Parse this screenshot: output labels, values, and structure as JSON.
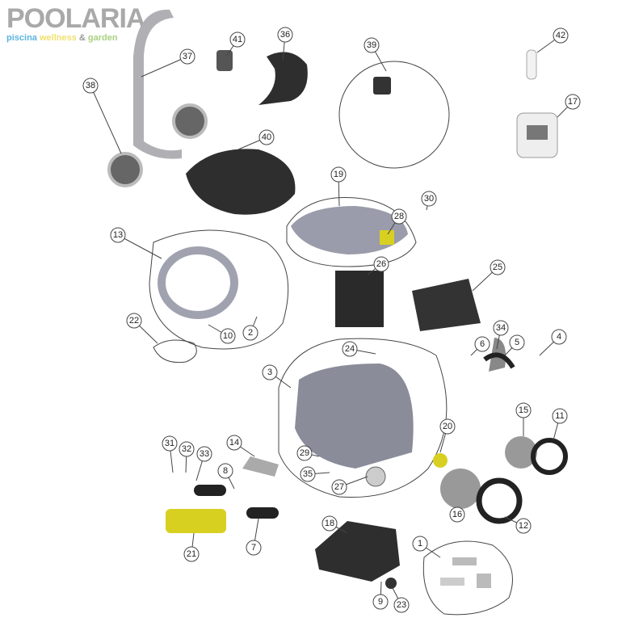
{
  "logo": {
    "brand": "POOLARIA",
    "tagline_1": "piscina",
    "tagline_2": "wellness",
    "tagline_3": "&",
    "tagline_4": "garden"
  },
  "callouts": [
    "41",
    "36",
    "37",
    "39",
    "42",
    "17",
    "38",
    "40",
    "19",
    "30",
    "28",
    "13",
    "26",
    "25",
    "22",
    "10",
    "2",
    "24",
    "6",
    "34",
    "5",
    "4",
    "3",
    "15",
    "11",
    "20",
    "31",
    "32",
    "33",
    "14",
    "29",
    "35",
    "8",
    "27",
    "16",
    "12",
    "18",
    "7",
    "21",
    "1",
    "9",
    "23"
  ],
  "colors": {
    "part_dark": "#2e2e2e",
    "part_gray": "#8a8c9a",
    "part_light": "#c8c8cc",
    "part_yellow": "#d8d020",
    "line": "#444444"
  }
}
